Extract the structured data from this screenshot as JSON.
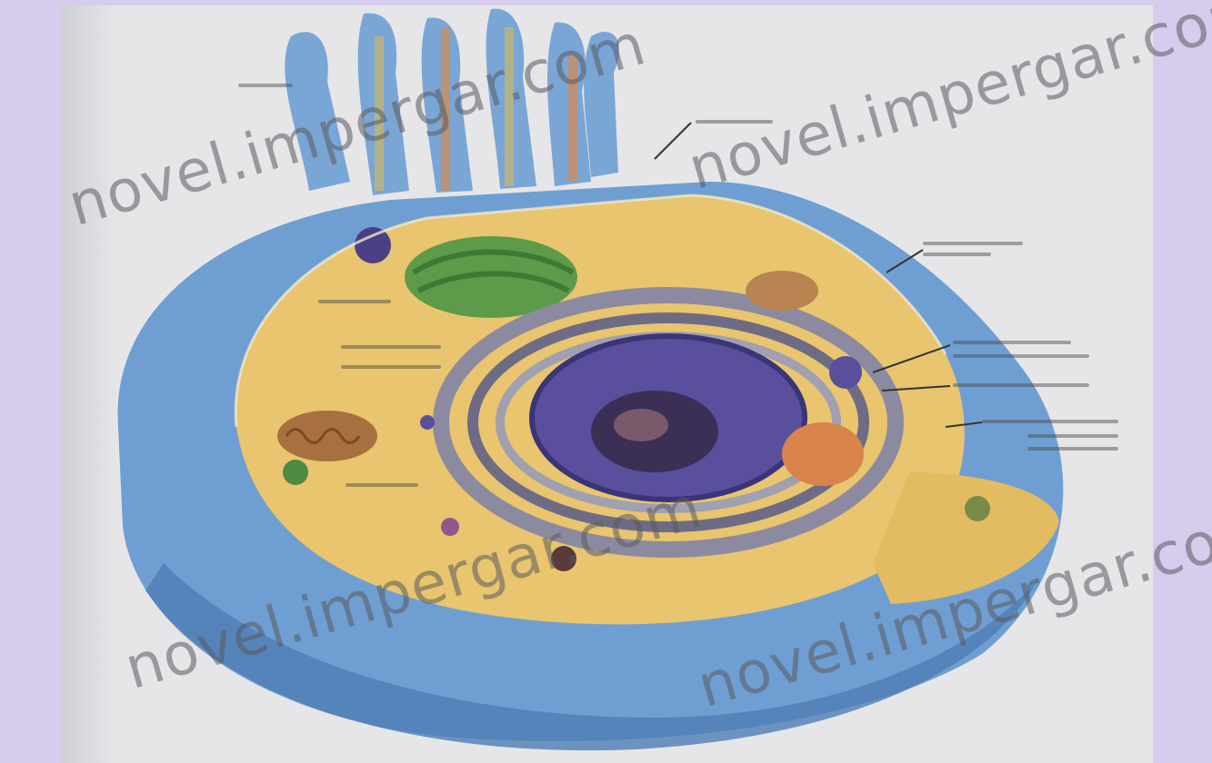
{
  "image": {
    "subject": "cell-cross-section-diagram",
    "watermark_text": "novel.impergar.com"
  },
  "colors": {
    "background_lavender": "#d6ccee",
    "panel_gray": "#e6e6e8",
    "membrane_blue": "#6f9fd2",
    "cytoplasm_yellow": "#e8c56e",
    "nucleus_purple": "#5a4f9c",
    "nucleolus_dark": "#3b2f55",
    "er_gray": "#8c8aa0",
    "golgi_green": "#5d9a4a",
    "microvilli_blue": "#7aa6d6"
  },
  "icons": [
    "cell-membrane",
    "nucleus",
    "nucleolus",
    "rough-er",
    "golgi",
    "mitochondrion",
    "microvilli",
    "lysosome"
  ]
}
